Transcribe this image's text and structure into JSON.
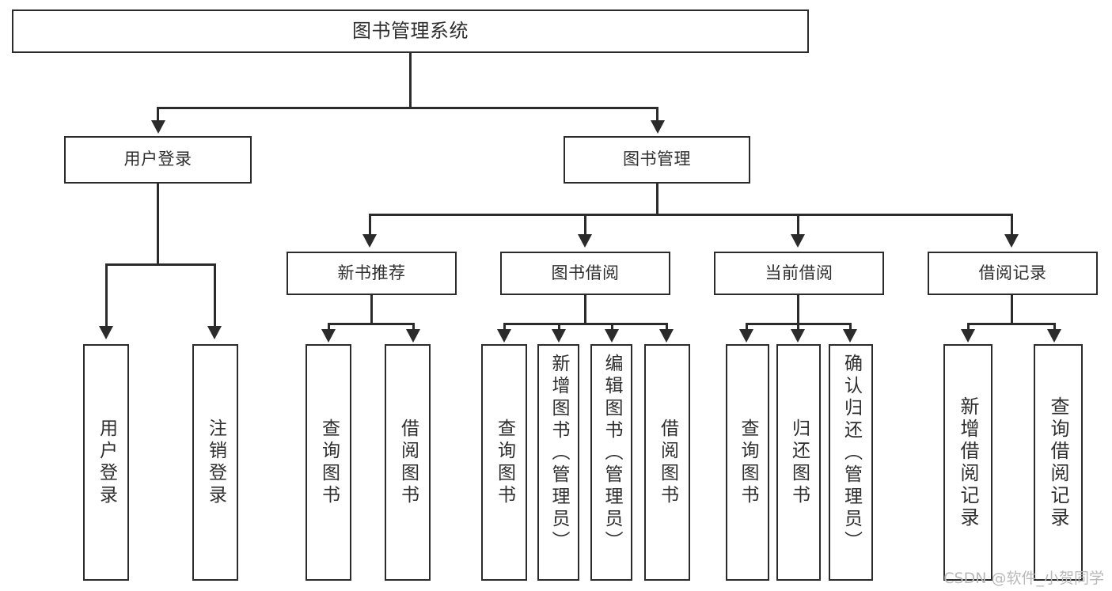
{
  "diagram": {
    "title": "图书管理系统",
    "watermark": "CSDN @软件_小贺同学",
    "colors": {
      "stroke": "#2b2b2b",
      "text": "#2e2e2e",
      "background": "#ffffff",
      "watermark": "#b9b9b9"
    },
    "root": {
      "label": "图书管理系统"
    },
    "level2": [
      {
        "label": "用户登录"
      },
      {
        "label": "图书管理"
      }
    ],
    "level3": [
      {
        "label": "新书推荐"
      },
      {
        "label": "图书借阅"
      },
      {
        "label": "当前借阅"
      },
      {
        "label": "借阅记录"
      }
    ],
    "leaves": {
      "user_login": [
        {
          "label": "用户登录"
        },
        {
          "label": "注销登录"
        }
      ],
      "new_book_recommend": [
        {
          "label": "查询图书"
        },
        {
          "label": "借阅图书"
        }
      ],
      "book_borrow": [
        {
          "label": "查询图书"
        },
        {
          "label": "新增图书（管理员）"
        },
        {
          "label": "编辑图书（管理员）"
        },
        {
          "label": "借阅图书"
        }
      ],
      "current_borrow": [
        {
          "label": "查询图书"
        },
        {
          "label": "归还图书"
        },
        {
          "label": "确认归还（管理员）"
        }
      ],
      "borrow_record": [
        {
          "label": "新增借阅记录"
        },
        {
          "label": "查询借阅记录"
        }
      ]
    }
  }
}
